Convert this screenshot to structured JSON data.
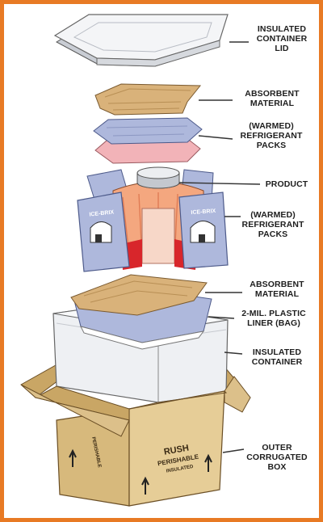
{
  "colors": {
    "border": "#e87a24",
    "cardboard": "#d7b97c",
    "foam": "#eef0f3",
    "absorbent": "#d9b27a",
    "refrigerant_blue": "#aeb8dc",
    "refrigerant_pink": "#f2b3b8",
    "product": "#f4a77f",
    "leader_line": "#333333"
  },
  "labels": {
    "lid": "INSULATED\nCONTAINER\nLID",
    "absorbent_top": "ABSORBENT\nMATERIAL",
    "warmed_packs_top": "(WARMED)\nREFRIGERANT\nPACKS",
    "product": "PRODUCT",
    "warmed_packs_mid": "(WARMED)\nREFRIGERANT\nPACKS",
    "absorbent_bottom": "ABSORBENT\nMATERIAL",
    "liner": "2-MIL. PLASTIC\nLINER (BAG)",
    "container": "INSULATED\nCONTAINER",
    "box": "OUTER\nCORRUGATED\nBOX"
  },
  "box_print": {
    "line1": "RUSH",
    "line2": "PERISHABLE",
    "line3": "INSULATED",
    "side": "PERISHABLE"
  },
  "pack_brand": "ICE-BRIX"
}
